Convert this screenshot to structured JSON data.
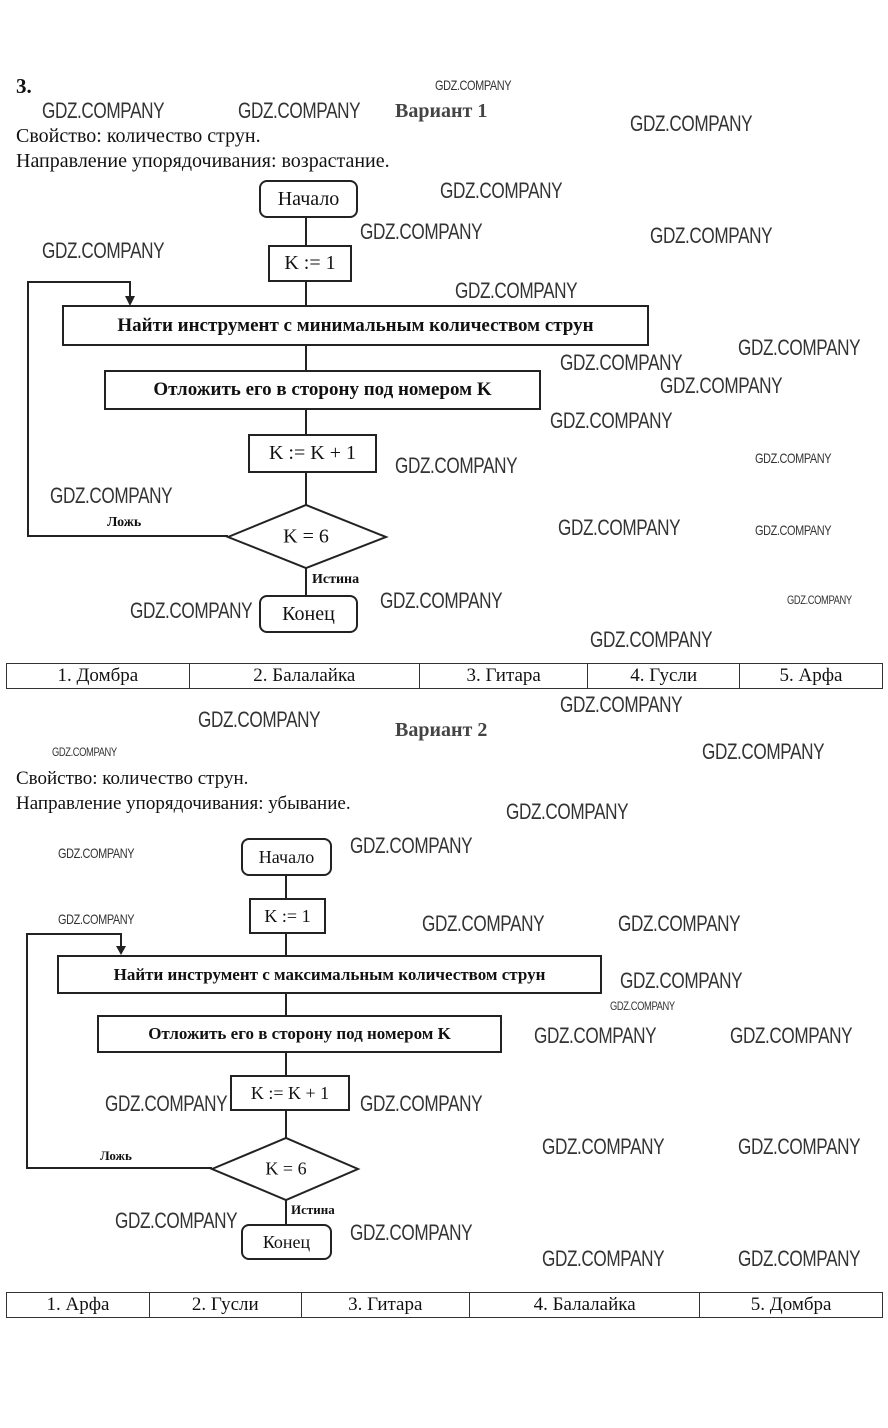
{
  "task_number": "3.",
  "watermark": "GDZ.COMPANY",
  "variant1": {
    "title": "Вариант 1",
    "property": "Свойство: количество струн.",
    "direction": "Направление упорядочивания: возрастание.",
    "flowchart": {
      "start": "Начало",
      "init": "K := 1",
      "find": "Найти инструмент с минимальным количеством струн",
      "put": "Отложить его в сторону под номером K",
      "inc": "K := K + 1",
      "cond": "K = 6",
      "false_label": "Ложь",
      "true_label": "Истина",
      "end": "Конец"
    },
    "result": [
      "1. Домбра",
      "2. Балалайка",
      "3. Гитара",
      "4. Гусли",
      "5. Арфа"
    ]
  },
  "variant2": {
    "title": "Вариант 2",
    "property": "Свойство: количество струн.",
    "direction": "Направление упорядочивания: убывание.",
    "flowchart": {
      "start": "Начало",
      "init": "K := 1",
      "find": "Найти инструмент с максимальным количеством струн",
      "put": "Отложить его в сторону под номером K",
      "inc": "K := K + 1",
      "cond": "K = 6",
      "false_label": "Ложь",
      "true_label": "Истина",
      "end": "Конец"
    },
    "result": [
      "1. Арфа",
      "2. Гусли",
      "3. Гитара",
      "4. Балалайка",
      "5. Домбра"
    ]
  }
}
